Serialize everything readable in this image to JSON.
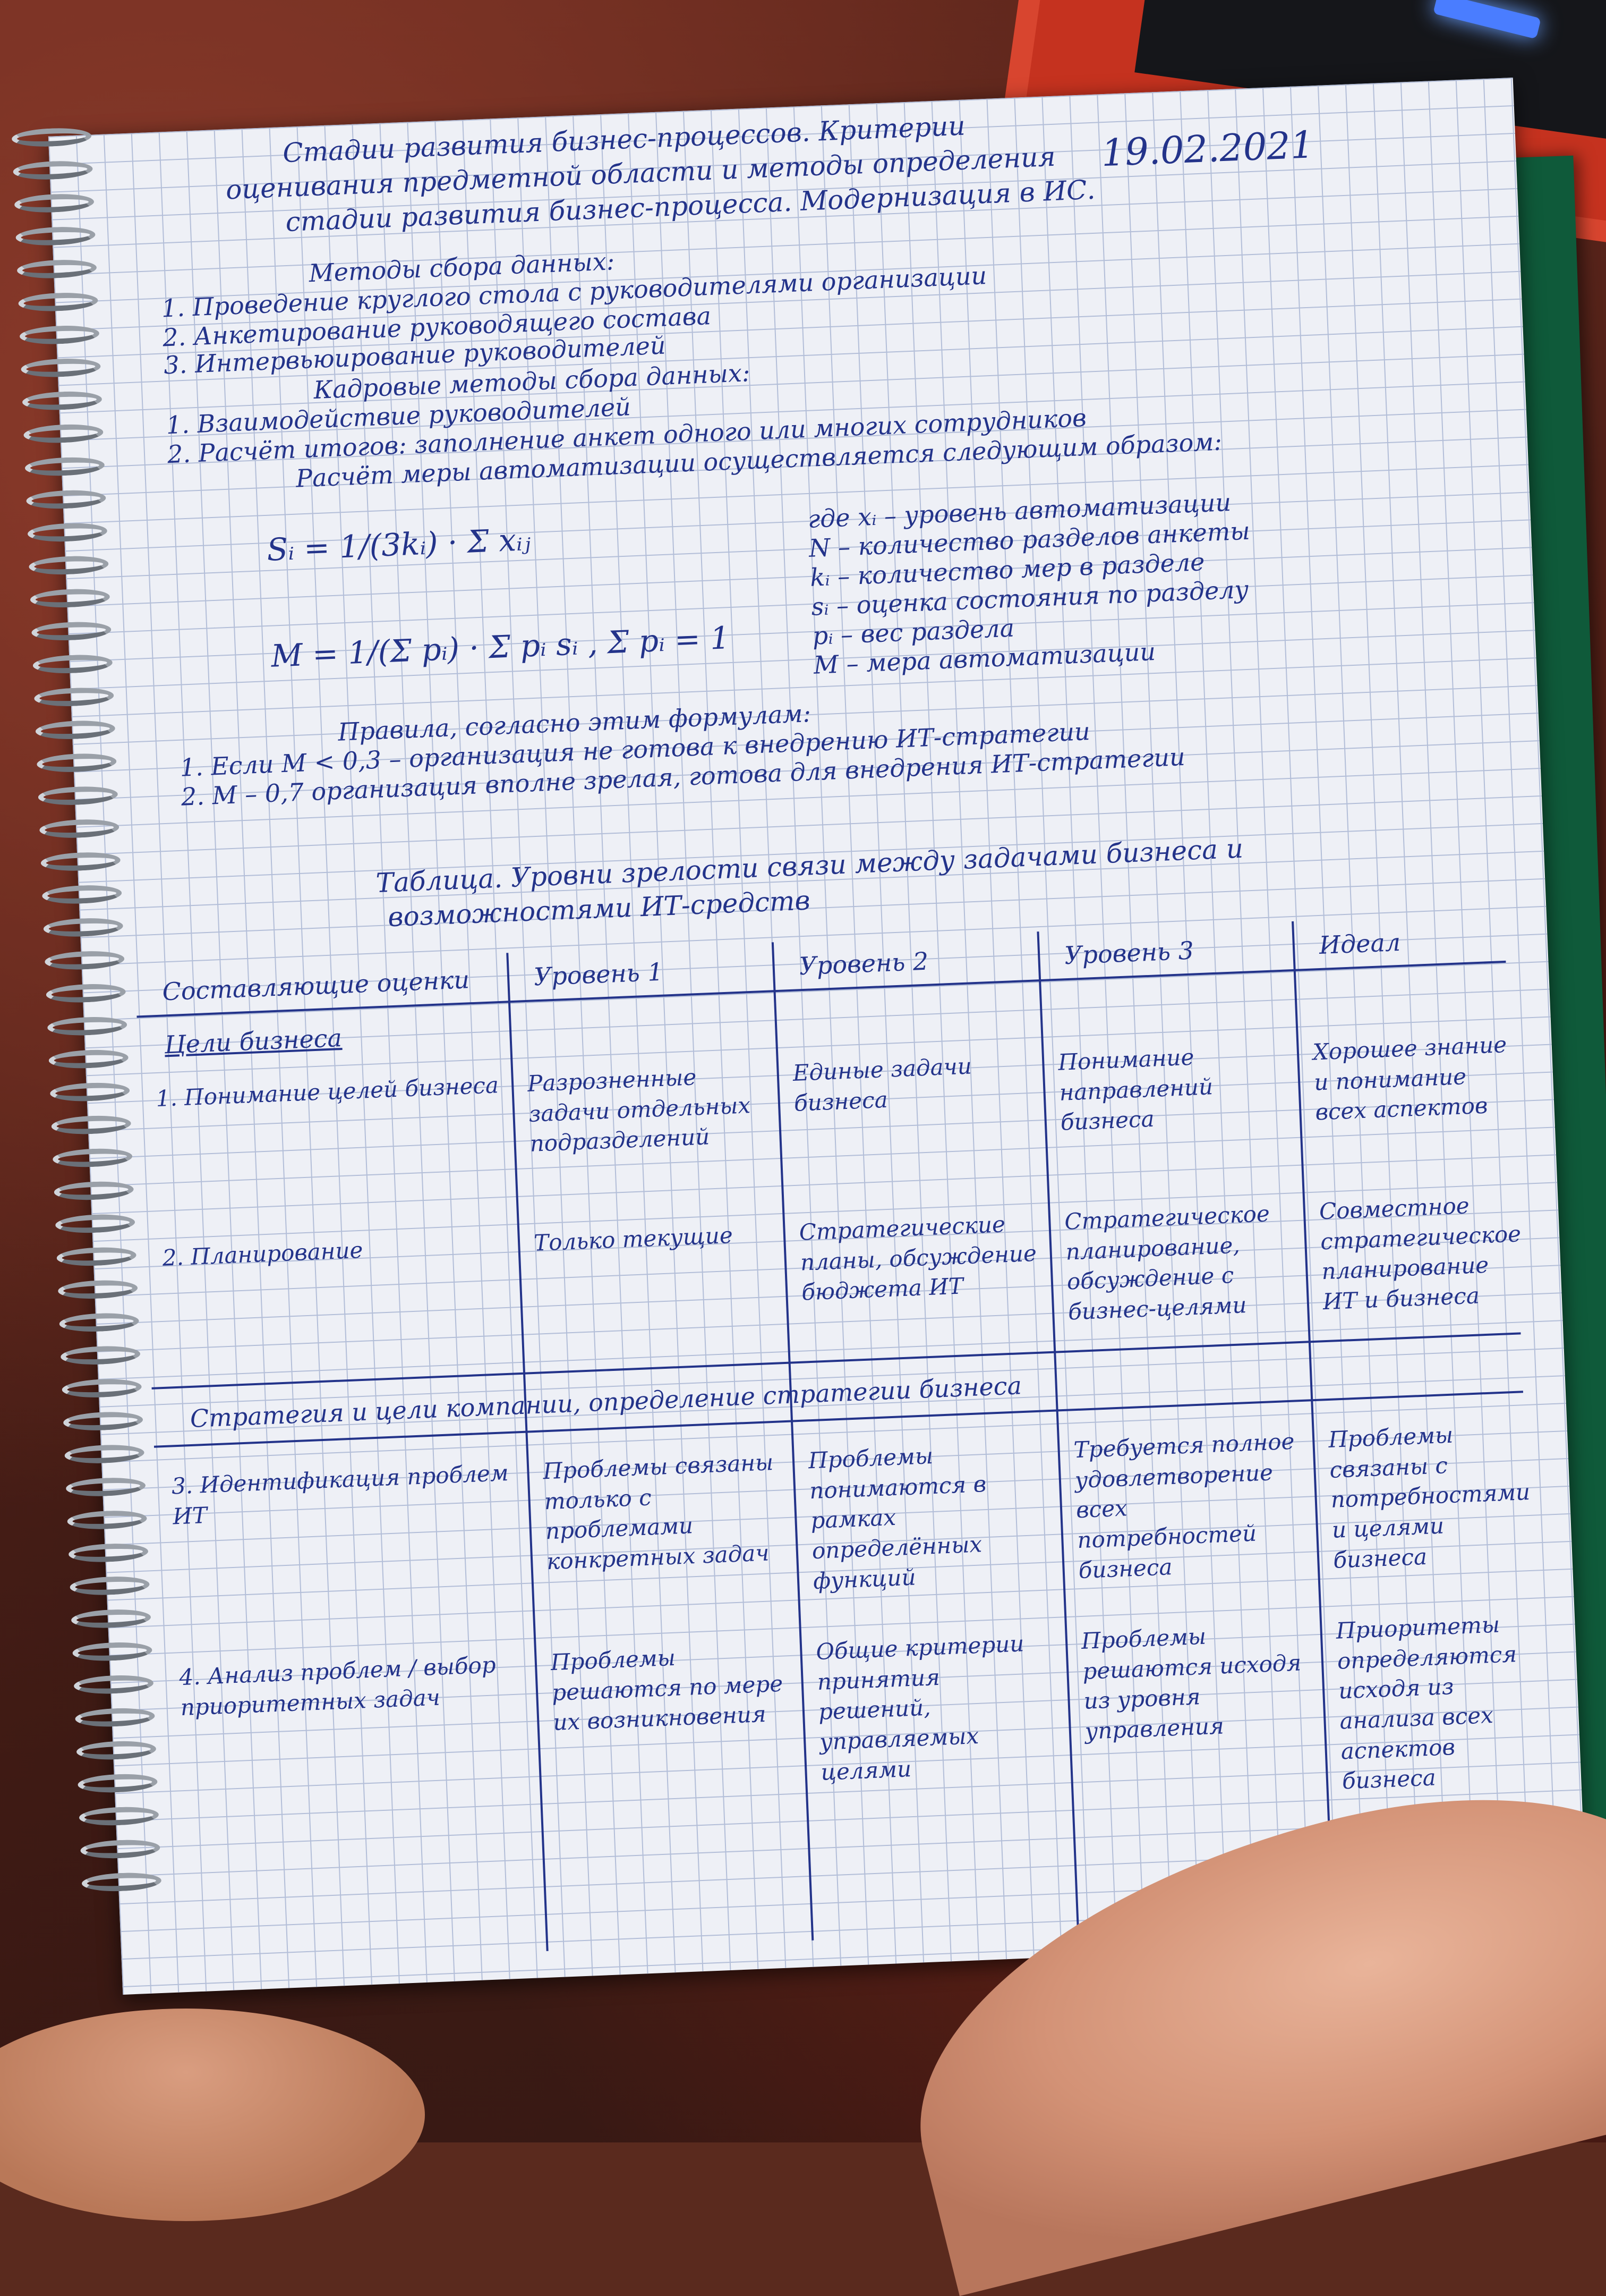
{
  "notebook": {
    "date": "19.02.2021",
    "title_lines": [
      "Стадии развития бизнес-процессов. Критерии",
      "оценивания предметной области и методы определения",
      "стадии развития бизнес-процесса. Модернизация в ИС."
    ],
    "methods_heading": "Методы сбора данных:",
    "methods": [
      "1. Проведение круглого стола с руководителями организации",
      "2. Анкетирование руководящего состава",
      "3. Интервьюирование руководителей"
    ],
    "features_heading": "Кадровые методы сбора данных:",
    "features": [
      "1. Взаимодействие руководителей",
      "2. Расчёт итогов: заполнение анкет одного или многих сотрудников"
    ],
    "calc_line": "Расчёт меры автоматизации осуществляется следующим образом:",
    "formula1": "Sᵢ = 1/(3kᵢ) · Σ xᵢⱼ",
    "formula2": "M = 1/(Σ pᵢ) · Σ pᵢ sᵢ ,  Σ pᵢ = 1",
    "legend": [
      "где xᵢ – уровень автоматизации",
      "N – количество разделов анкеты",
      "kᵢ – количество мер в разделе",
      "sᵢ – оценка состояния по разделу",
      "pᵢ – вес раздела",
      "M – мера автоматизации"
    ],
    "rules_heading": "Правила, согласно этим формулам:",
    "rules": [
      "1. Если M < 0,3 – организация не готова к внедрению ИТ-стратегии",
      "2. M – 0,7 организация вполне зрелая, готова для внедрения ИТ-стратегии"
    ],
    "table_title_lines": [
      "Таблица. Уровни зрелости связи между задачами бизнеса и",
      "возможностями ИТ-средств"
    ],
    "table_headers": [
      "Составляющие оценки",
      "Уровень 1",
      "Уровень 2",
      "Уровень 3",
      "Идеал"
    ],
    "section1": "Цели бизнеса",
    "rows1": [
      [
        "1. Понимание целей бизнеса",
        "Разрозненные задачи отдельных подразделений",
        "Единые задачи бизнеса",
        "Понимание направлений бизнеса",
        "Хорошее знание и понимание всех аспектов"
      ],
      [
        "2. Планирование",
        "Только текущие",
        "Стратегические планы, обсуждение бюджета ИТ",
        "Стратегическое планирование, обсуждение с бизнес-целями",
        "Совместное стратегическое планирование ИТ и бизнеса"
      ]
    ],
    "section2": "Стратегия и цели компании, определение стратегии бизнеса",
    "rows2": [
      [
        "3. Идентификация проблем ИТ",
        "Проблемы связаны только с проблемами конкретных задач",
        "Проблемы понимаются в рамках определённых функций",
        "Требуется полное удовлетворение всех потребностей бизнеса",
        "Проблемы связаны с потребностями и целями бизнеса"
      ],
      [
        "4. Анализ проблем / выбор приоритетных задач",
        "Проблемы решаются по мере их возникновения",
        "Общие критерии принятия решений, управляемых целями",
        "Проблемы решаются исходя из уровня управления",
        "Приоритеты определяются исходя из анализа всех аспектов бизнеса"
      ]
    ]
  }
}
